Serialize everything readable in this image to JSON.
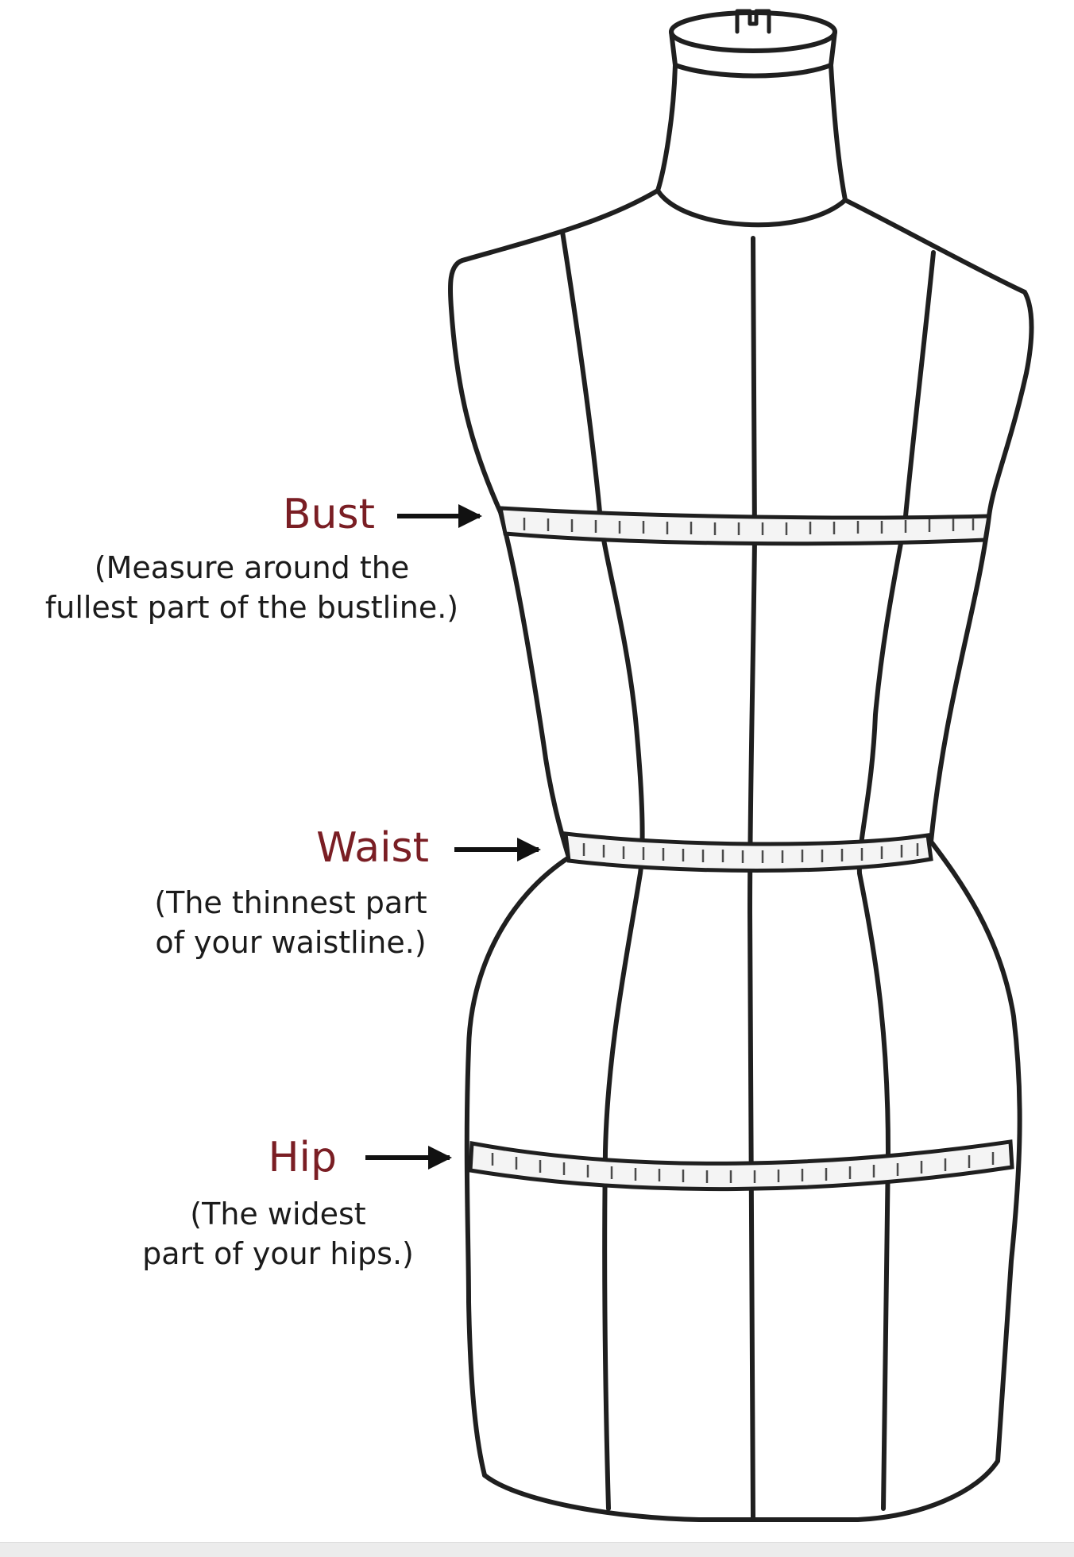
{
  "measurements": {
    "bust": {
      "label": "Bust",
      "note_line1": "(Measure around the",
      "note_line2": "fullest part of the bustline.)"
    },
    "waist": {
      "label": "Waist",
      "note_line1": "(The thinnest part",
      "note_line2": "of your waistline.)"
    },
    "hip": {
      "label": "Hip",
      "note_line1": "(The widest",
      "note_line2": "part of your hips.)"
    }
  },
  "colors": {
    "label": "#7a1e24",
    "note": "#1b1b1b",
    "outline": "#1f1f1f",
    "tape": "#f4f4f4"
  },
  "icons": [
    "dress-form-icon",
    "arrow-right-icon",
    "measuring-tape-icon"
  ]
}
